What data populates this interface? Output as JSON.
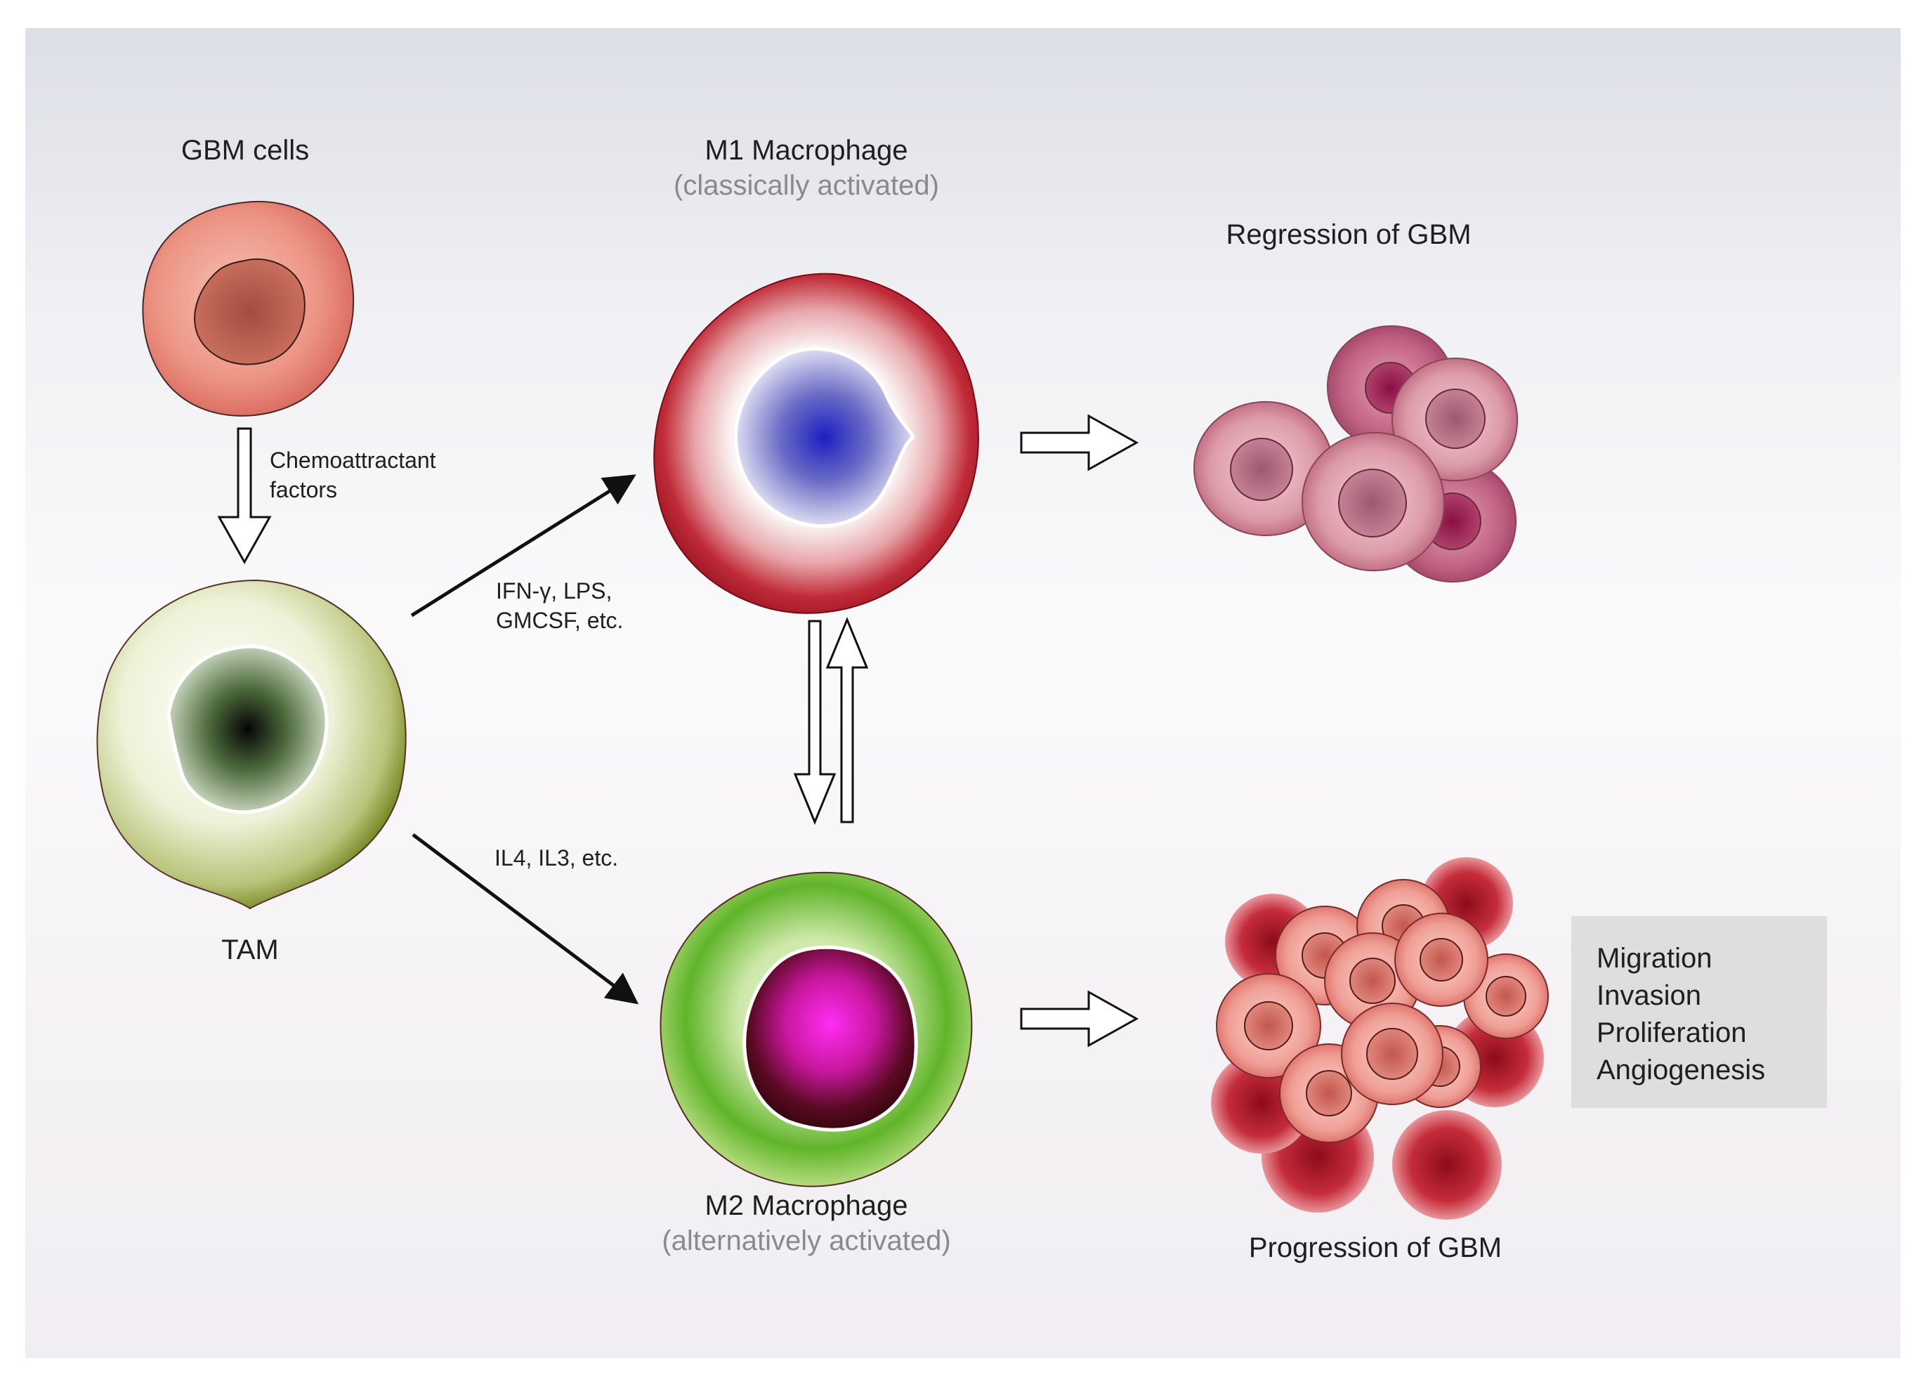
{
  "nodes": {
    "gbm_cells": {
      "label": "GBM cells"
    },
    "tam": {
      "label": "TAM"
    },
    "m1": {
      "title": "M1 Macrophage",
      "subtitle": "(classically activated)"
    },
    "m2": {
      "title": "M2 Macrophage",
      "subtitle": "(alternatively activated)"
    },
    "regression": {
      "label": "Regression of GBM"
    },
    "progression": {
      "label": "Progression of GBM"
    }
  },
  "edges": {
    "chemo": {
      "line1": "Chemoattractant",
      "line2": "factors"
    },
    "to_m1": {
      "line1": "IFN-γ, LPS,",
      "line2": "GMCSF, etc."
    },
    "to_m2": {
      "line1": "IL4, IL3, etc."
    }
  },
  "effects": [
    "Migration",
    "Invasion",
    "Proliferation",
    "Angiogenesis"
  ],
  "colors": {
    "gbm_cell": "#e0736a",
    "tam_cytoplasm": "#8a9a2e",
    "m1_rim": "#a8131f",
    "m1_nucleus": "#2a2fc7",
    "m2_cytoplasm": "#5db22a",
    "m2_nucleus": "#e11fd6",
    "regression_cells": "#c0667f",
    "progression_cells": "#c93b45",
    "effects_box": "#dedede"
  }
}
